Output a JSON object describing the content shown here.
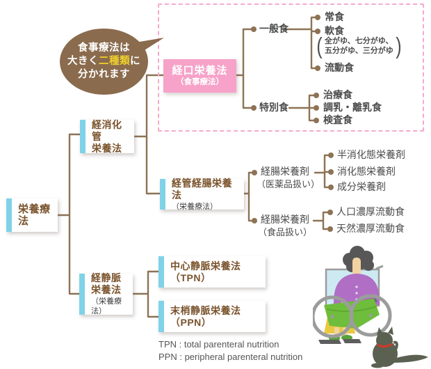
{
  "bubble": {
    "line1": "食事療法は",
    "line2_pre": "大きく",
    "line2_em": "二種類",
    "line2_post": "に",
    "line3": "分かれます"
  },
  "nodes": {
    "root": {
      "label": "栄養療法"
    },
    "gi": {
      "line1": "経消化管",
      "line2": "栄養法"
    },
    "oral": {
      "label": "経口栄養法",
      "sub": "（食事療法）"
    },
    "tube": {
      "label": "経管経腸栄養法",
      "sub": "（栄養療法）"
    },
    "iv": {
      "line1": "経静脈",
      "line2": "栄養法",
      "sub": "（栄養療法）"
    },
    "tpn": {
      "label": "中心静脈栄養法（TPN）"
    },
    "ppn": {
      "label": "末梢静脈栄養法（PPN）"
    }
  },
  "branches": {
    "general": "一般食",
    "special": "特別食",
    "enteral_pharma_label": "経腸栄養剤",
    "enteral_pharma_sub": "（医薬品扱い）",
    "enteral_food_label": "経腸栄養剤",
    "enteral_food_sub": "（食品扱い）"
  },
  "leaves": {
    "joshoku": "常食",
    "nanshoku": "軟食",
    "note_open": "(",
    "note_line1": "全がゆ、七分がゆ、",
    "note_line2": "五分がゆ、三分がゆ",
    "note_close": ")",
    "ryudoshoku": "流動食",
    "chiryoshoku": "治療食",
    "chonyu_rinyu": "調乳・離乳食",
    "kensashoku": "検査食",
    "han_shokatai": "半消化態栄養剤",
    "shokatai": "消化態栄養剤",
    "seibun": "成分栄養剤",
    "jinko_noko": "人口濃厚流動食",
    "tennen_noko": "天然濃厚流動食"
  },
  "footnotes": {
    "tpn": "TPN : total parenteral nutrition",
    "ppn": "PPN : peripheral parenteral nutrition"
  },
  "icons": {
    "illustration": "wheelchair-woman-and-cat"
  },
  "colors": {
    "line_brown": "#8d7254",
    "node_text_brown": "#7a532c",
    "pink_box": "#f6a2c9",
    "pink_dash": "#f5aacd",
    "accent_blue": "#7fd2e8",
    "leaf_text": "#4b4b4b",
    "bubble_brown": "#8a6b4d",
    "bubble_highlight": "#eed02e",
    "footnote_gray": "#555555"
  }
}
